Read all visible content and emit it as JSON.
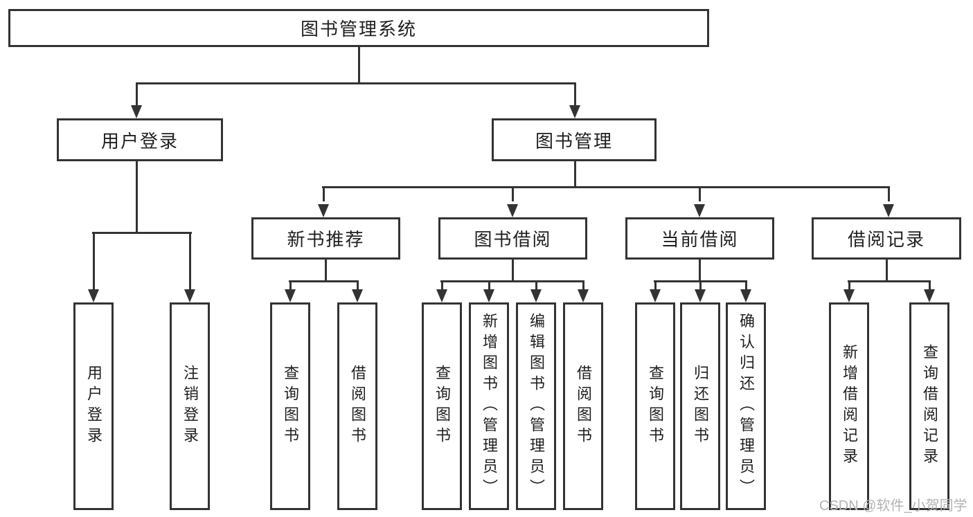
{
  "diagram": {
    "root": {
      "label": "图书管理系统"
    },
    "level2": [
      {
        "label": "用户登录"
      },
      {
        "label": "图书管理"
      }
    ],
    "level3": [
      {
        "label": "新书推荐"
      },
      {
        "label": "图书借阅"
      },
      {
        "label": "当前借阅"
      },
      {
        "label": "借阅记录"
      }
    ],
    "leaves": [
      {
        "label": "用户登录"
      },
      {
        "label": "注销登录"
      },
      {
        "label": "查询图书"
      },
      {
        "label": "借阅图书"
      },
      {
        "label": "查询图书"
      },
      {
        "label": "新增图书（管理员）"
      },
      {
        "label": "编辑图书（管理员）"
      },
      {
        "label": "借阅图书"
      },
      {
        "label": "查询图书"
      },
      {
        "label": "归还图书"
      },
      {
        "label": "确认归还（管理员）"
      },
      {
        "label": "新增借阅记录"
      },
      {
        "label": "查询借阅记录"
      }
    ],
    "watermark": "CSDN @软件_小贺同学",
    "colors": {
      "line": "#333333",
      "text": "#1f1f1f",
      "watermark": "#b3b3b3",
      "background": "#ffffff"
    }
  }
}
